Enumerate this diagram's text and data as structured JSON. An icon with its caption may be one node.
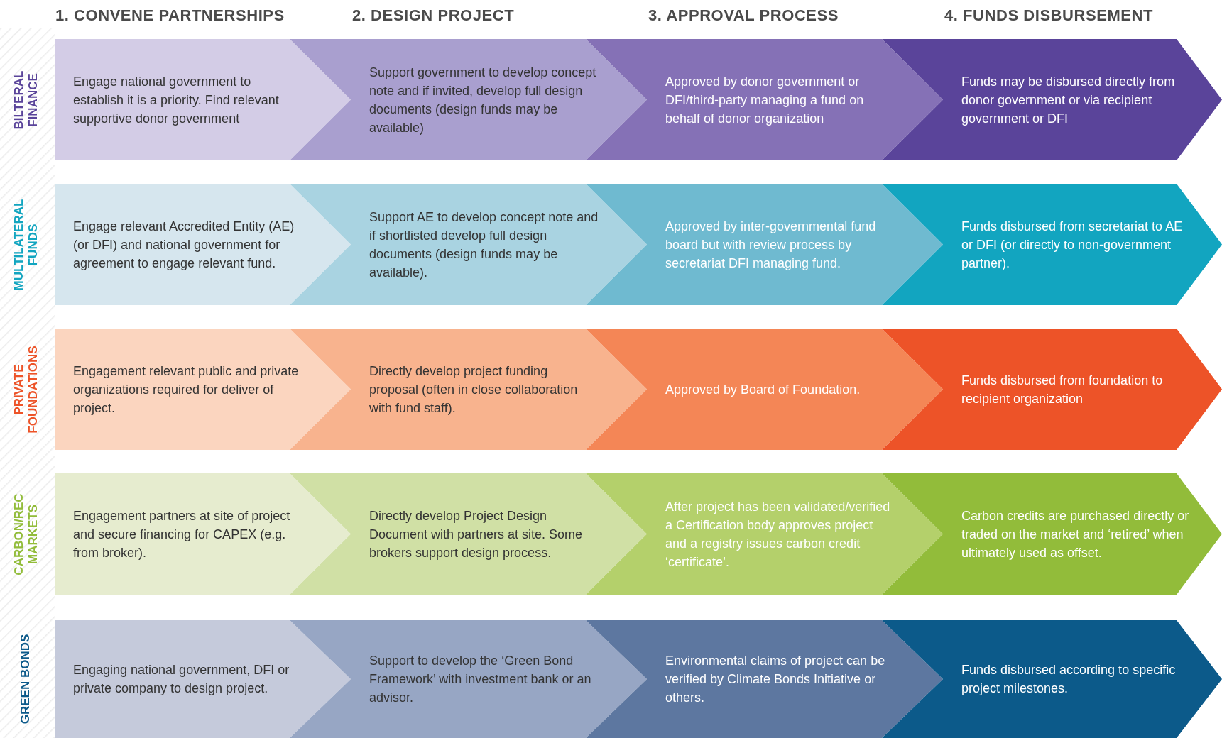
{
  "diagram": {
    "nodes": [
      {
        "text": [
          "Engage national government to establish it is a priority. Find relevant supportive donor government"
        ]
      },
      {
        "text": [
          "Support government to develop concept note and if invited, develop full design documents (design funds may be available)"
        ]
      },
      {
        "text": [
          "Approved by donor government or DFI/third-party managing a fund on behalf of donor organization"
        ]
      },
      {
        "text": [
          "Funds may be disbursed directly from donor government or via recipient government or DFI"
        ]
      },
      {
        "text": [
          "Engage relevant Accredited Entity (AE) (or DFI) and national government for agreement to engage relevant fund."
        ]
      },
      {
        "text": [
          "Support AE to develop concept note and if shortlisted develop full design documents (design funds may be available)."
        ]
      },
      {
        "text": [
          "Approved by inter-governmental fund board but with review process by secretariat DFI managing fund."
        ]
      },
      {
        "text": [
          "Funds disbursed from secretariat to AE or DFI (or directly to non-government partner)."
        ]
      },
      {
        "text": [
          "Engagement relevant public and private organizations required for deliver of project."
        ]
      },
      {
        "text": [
          "Directly develop project funding proposal (often in close collaboration with fund staff)."
        ]
      },
      {
        "text": [
          "Approved by Board of Foundation."
        ]
      },
      {
        "text": [
          "Funds disbursed from foundation to recipient organization"
        ]
      },
      {
        "text": [
          "Engagement partners at site of project and secure financing for CAPEX (e.g. from broker)."
        ]
      },
      {
        "text": [
          "Directly develop Project Design Document with partners at site. Some brokers support design process."
        ]
      },
      {
        "text": [
          "After project has been validated/verified a Certification body approves project and a registry issues carbon credit ‘certificate’."
        ]
      },
      {
        "text": [
          "Carbon credits are purchased directly or traded on the market and ‘retired’ when ultimately used as offset."
        ]
      },
      {
        "text": [
          "Engaging national government, DFI or private company to design project."
        ]
      },
      {
        "text": [
          "Support to develop the ‘Green Bond Framework’ with investment bank or an advisor."
        ]
      },
      {
        "text": [
          "Environmental claims of project can be verified by Climate Bonds Initiative or others."
        ]
      },
      {
        "text": [
          "Funds disbursed according to specific project milestones."
        ]
      }
    ],
    "labels": [
      "1. CONVENE PARTNERSHIPS",
      "2. DESIGN PROJECT",
      "3. APPROVAL PROCESS",
      "4. FUNDS DISBURSEMENT",
      "BILTERAL FINANCE",
      "MULTILATERAL FUNDS",
      "PRIVATE FOUNDATIONS",
      "CARBON/REC MARKETS",
      "GREEN BONDS"
    ]
  }
}
